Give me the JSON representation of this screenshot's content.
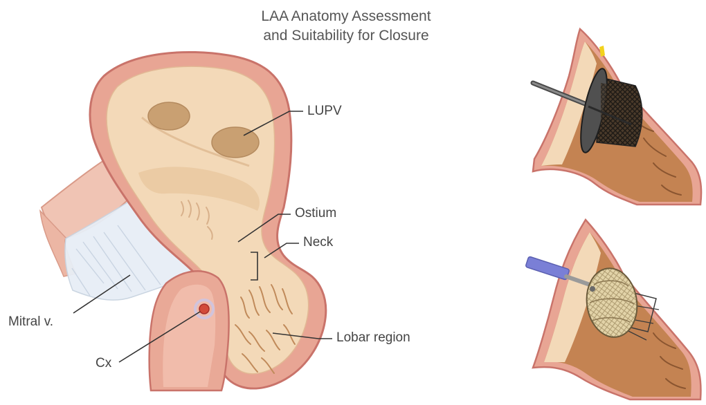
{
  "title": {
    "line1": "LAA Anatomy Assessment",
    "line2": "and Suitability for Closure"
  },
  "labels": {
    "lupv": "LUPV",
    "ostium": "Ostium",
    "neck": "Neck",
    "mitral": "Mitral v.",
    "lobar": "Lobar region",
    "cx": "Cx"
  },
  "colors": {
    "tissue_outer": "#e8a594",
    "tissue_edge": "#c9736a",
    "chamber_fill": "#f3d9b8",
    "trabeculae": "#c08a5a",
    "valve_fill": "#e9eff6",
    "device_dark": "#3a3a3a",
    "device_light": "#d8c9a0",
    "catheter_blue": "#7a7fd6"
  },
  "icons": {
    "top_device": "plug-occluder-icon",
    "bottom_device": "pacifier-occluder-icon"
  }
}
